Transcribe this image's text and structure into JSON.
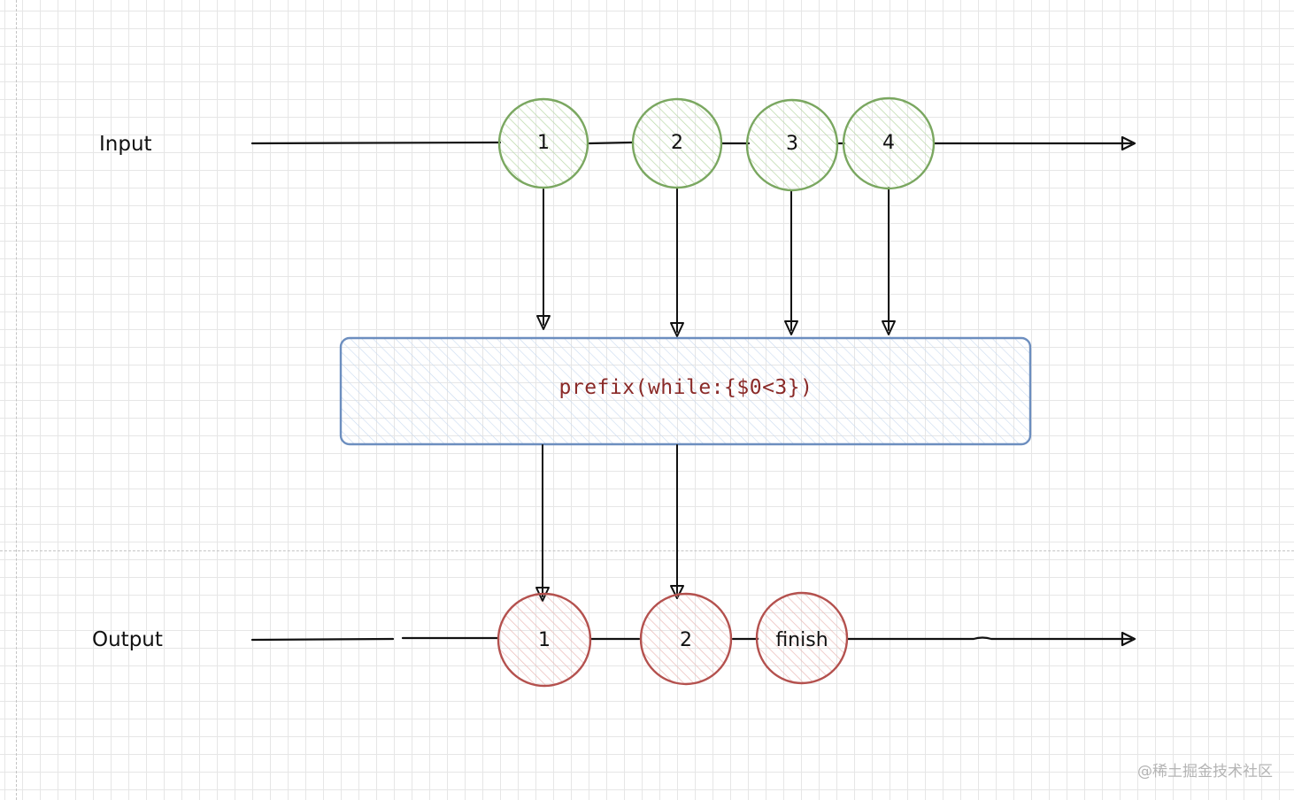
{
  "lanes": {
    "input_label": "Input",
    "output_label": "Output"
  },
  "input_events": [
    {
      "label": "1"
    },
    {
      "label": "2"
    },
    {
      "label": "3"
    },
    {
      "label": "4"
    }
  ],
  "operator": {
    "label": "prefix(while:{$0<3})"
  },
  "output_events": [
    {
      "label": "1"
    },
    {
      "label": "2"
    },
    {
      "label": "finish"
    }
  ],
  "watermark": "@稀土掘金技术社区",
  "colors": {
    "input_stroke": "#7aa760",
    "input_fill": "#e3f0da",
    "output_stroke": "#b4514e",
    "output_fill": "#f6dedd",
    "operator_stroke": "#6c8ebf",
    "operator_fill": "#dde8f6",
    "operator_text": "#8a2a28",
    "line": "#111111"
  }
}
